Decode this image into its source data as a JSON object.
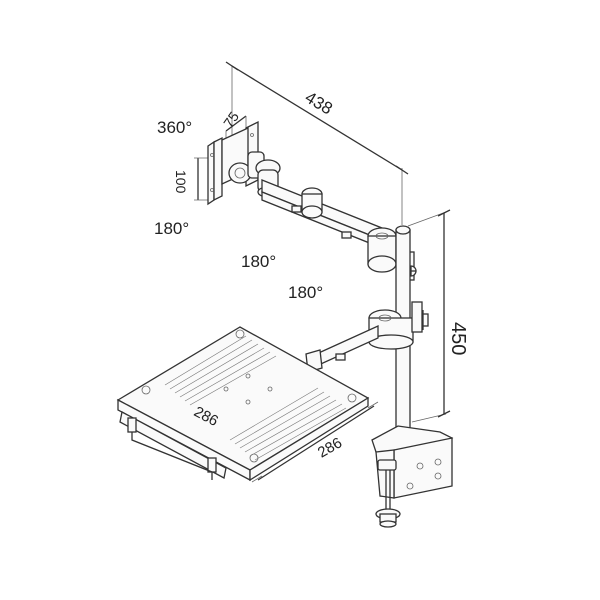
{
  "dimensions": {
    "arm_reach": "438",
    "vesa_width": "75",
    "vesa_height": "100",
    "pole_height": "450",
    "tray_depth": "286",
    "tray_width": "286"
  },
  "rotations": {
    "screen_swivel": "360°",
    "screen_tilt": "180°",
    "upper_joint": "180°",
    "lower_joint": "180°"
  }
}
